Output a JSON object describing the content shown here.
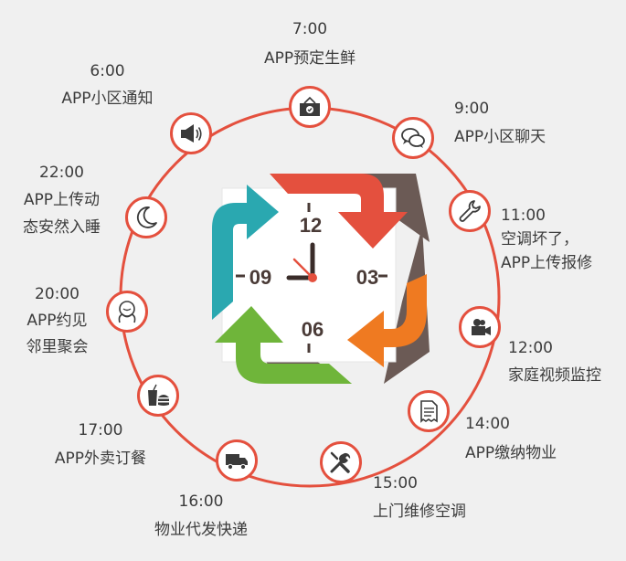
{
  "clock": {
    "num_12": "12",
    "num_03": "03",
    "num_06": "06",
    "num_09": "09"
  },
  "schedule": [
    {
      "time": "7:00",
      "lines": [
        "APP预定生鲜"
      ],
      "icon": "sign-icon"
    },
    {
      "time": "9:00",
      "lines": [
        "APP小区聊天"
      ],
      "icon": "chat-icon"
    },
    {
      "time": "11:00",
      "lines": [
        "空调坏了，",
        "APP上传报修"
      ],
      "icon": "wrench-icon"
    },
    {
      "time": "12:00",
      "lines": [
        "家庭视频监控"
      ],
      "icon": "camera-icon"
    },
    {
      "time": "14:00",
      "lines": [
        "APP缴纳物业"
      ],
      "icon": "receipt-icon"
    },
    {
      "time": "15:00",
      "lines": [
        "上门维修空调"
      ],
      "icon": "tools-icon"
    },
    {
      "time": "16:00",
      "lines": [
        "物业代发快递"
      ],
      "icon": "truck-icon"
    },
    {
      "time": "17:00",
      "lines": [
        "APP外卖订餐"
      ],
      "icon": "food-icon"
    },
    {
      "time": "20:00",
      "lines": [
        "APP约见",
        "邻里聚会"
      ],
      "icon": "friends-icon"
    },
    {
      "time": "22:00",
      "lines": [
        "APP上传动",
        "态安然入睡"
      ],
      "icon": "moon-icon"
    },
    {
      "time": "6:00",
      "lines": [
        "APP小区通知"
      ],
      "icon": "speaker-icon"
    }
  ],
  "colors": {
    "ring": "#e4503e",
    "arrow_red": "#e4503e",
    "arrow_orange": "#ef7a21",
    "arrow_green": "#6fb53a",
    "arrow_teal": "#2aa8b0",
    "icon_dark": "#3a3a3a"
  }
}
